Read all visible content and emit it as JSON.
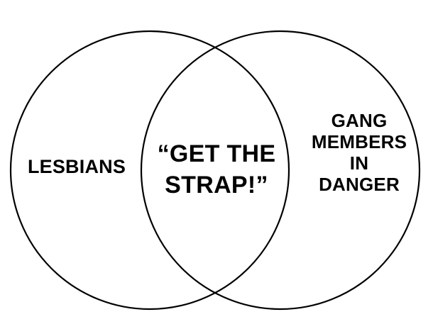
{
  "diagram": {
    "type": "venn",
    "sets": {
      "left": {
        "label_lines": [
          "LESBIANS"
        ]
      },
      "intersection": {
        "label_lines": [
          "“GET THE",
          "STRAP!”"
        ]
      },
      "right": {
        "label_lines": [
          "GANG",
          "MEMBERS",
          "IN",
          "DANGER"
        ]
      }
    },
    "colors": {
      "background": "#ffffff",
      "stroke": "#000000",
      "text": "#000000"
    }
  }
}
